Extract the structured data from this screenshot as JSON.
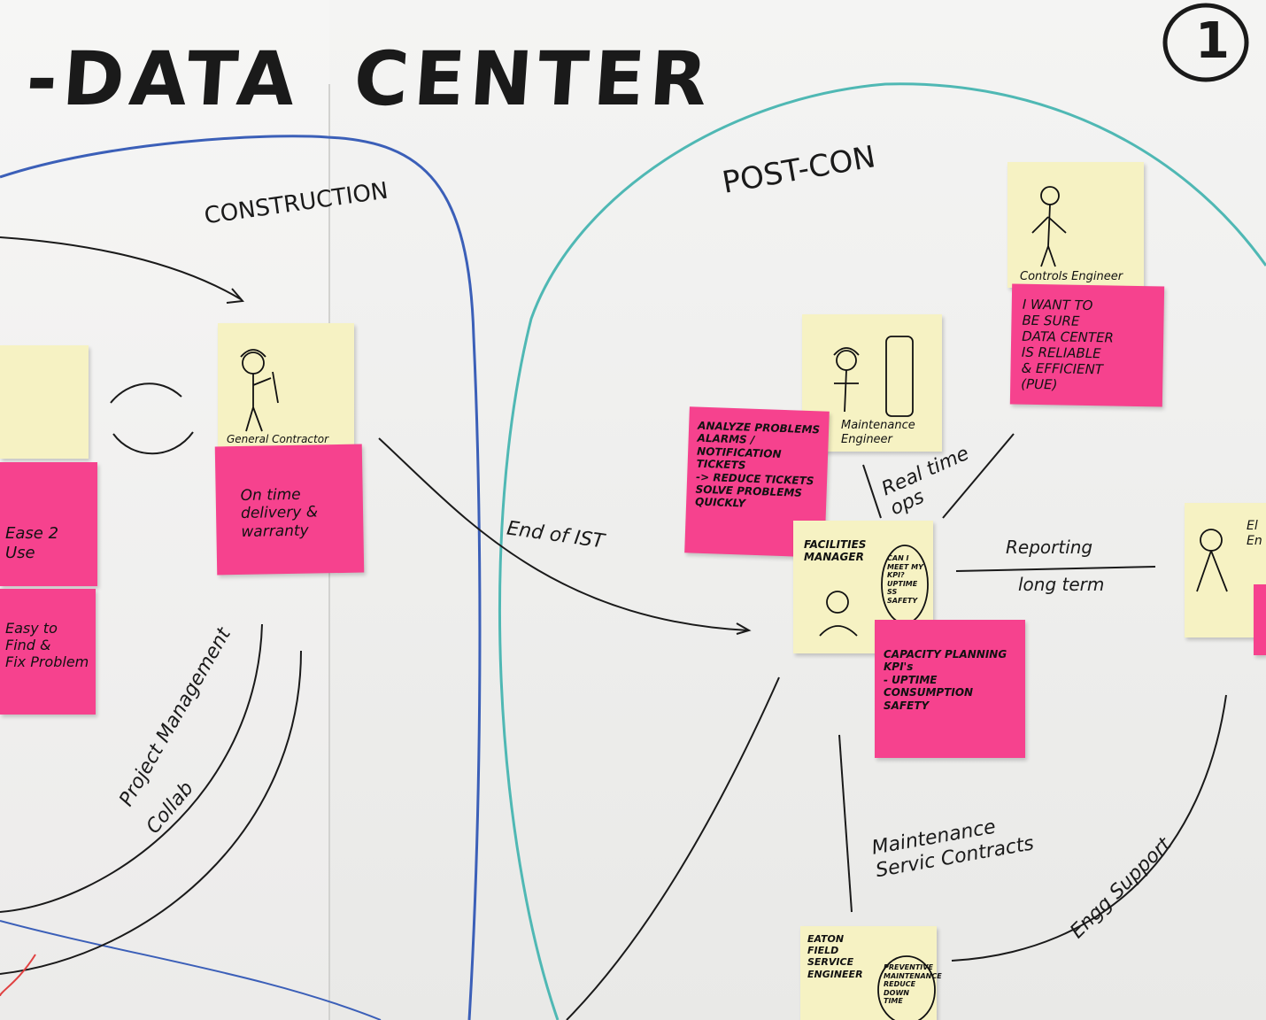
{
  "board": {
    "title_left": "-DATA",
    "title_right": "CENTER",
    "page_number": "1"
  },
  "phases": {
    "construction": "CONSTRUCTION",
    "post_con": "POST-CON"
  },
  "notes": {
    "general_contractor": "General Contractor",
    "general_contractor_need": "On time\ndelivery &\nwarranty",
    "left_pink_1": "Ease 2\nUse",
    "left_pink_2": "Easy to\nFind &\nFix Problem",
    "controls_engineer": "Controls Engineer",
    "controls_need": "I WANT TO\nBE SURE\nDATA CENTER\nIS RELIABLE\n& EFFICIENT\n(PUE)",
    "maintenance_engineer": "Maintenance\nEngineer",
    "analyze": "ANALYZE PROBLEMS\nALARMS / NOTIFICATION\nTICKETS\n-> REDUCE TICKETS\nSOLVE PROBLEMS\nQUICKLY",
    "facilities_manager": "FACILITIES\nMANAGER",
    "facilities_bubble": "CAN I\nMEET MY\nKPI?\nUPTIME\nSS\nSAFETY",
    "capacity": "CAPACITY PLANNING\nKPI's\n- UPTIME\nCONSUMPTION\nSAFETY",
    "electrical_partial": "El\nEn",
    "eaton_field": "EATON\nFIELD\nSERVICE\nENGINEER",
    "eaton_bubble": "PREVENTIVE\nMAINTENANCE\nREDUCE\nDOWN\nTIME"
  },
  "labels": {
    "end_of_ist": "End of IST",
    "real_time_ops": "Real time\nops",
    "reporting": "Reporting",
    "long_term": "long term",
    "collab": "Collab",
    "project_management": "Project Management",
    "maintenance_contracts": "Maintenance\nServic Contracts",
    "engg_support": "Engg Support"
  },
  "colors": {
    "blue_marker": "#3b5fb8",
    "teal_marker": "#4fb8b4",
    "yellow_note": "#f6f2c3",
    "pink_note": "#f6428e",
    "ink": "#1a1a1a"
  }
}
